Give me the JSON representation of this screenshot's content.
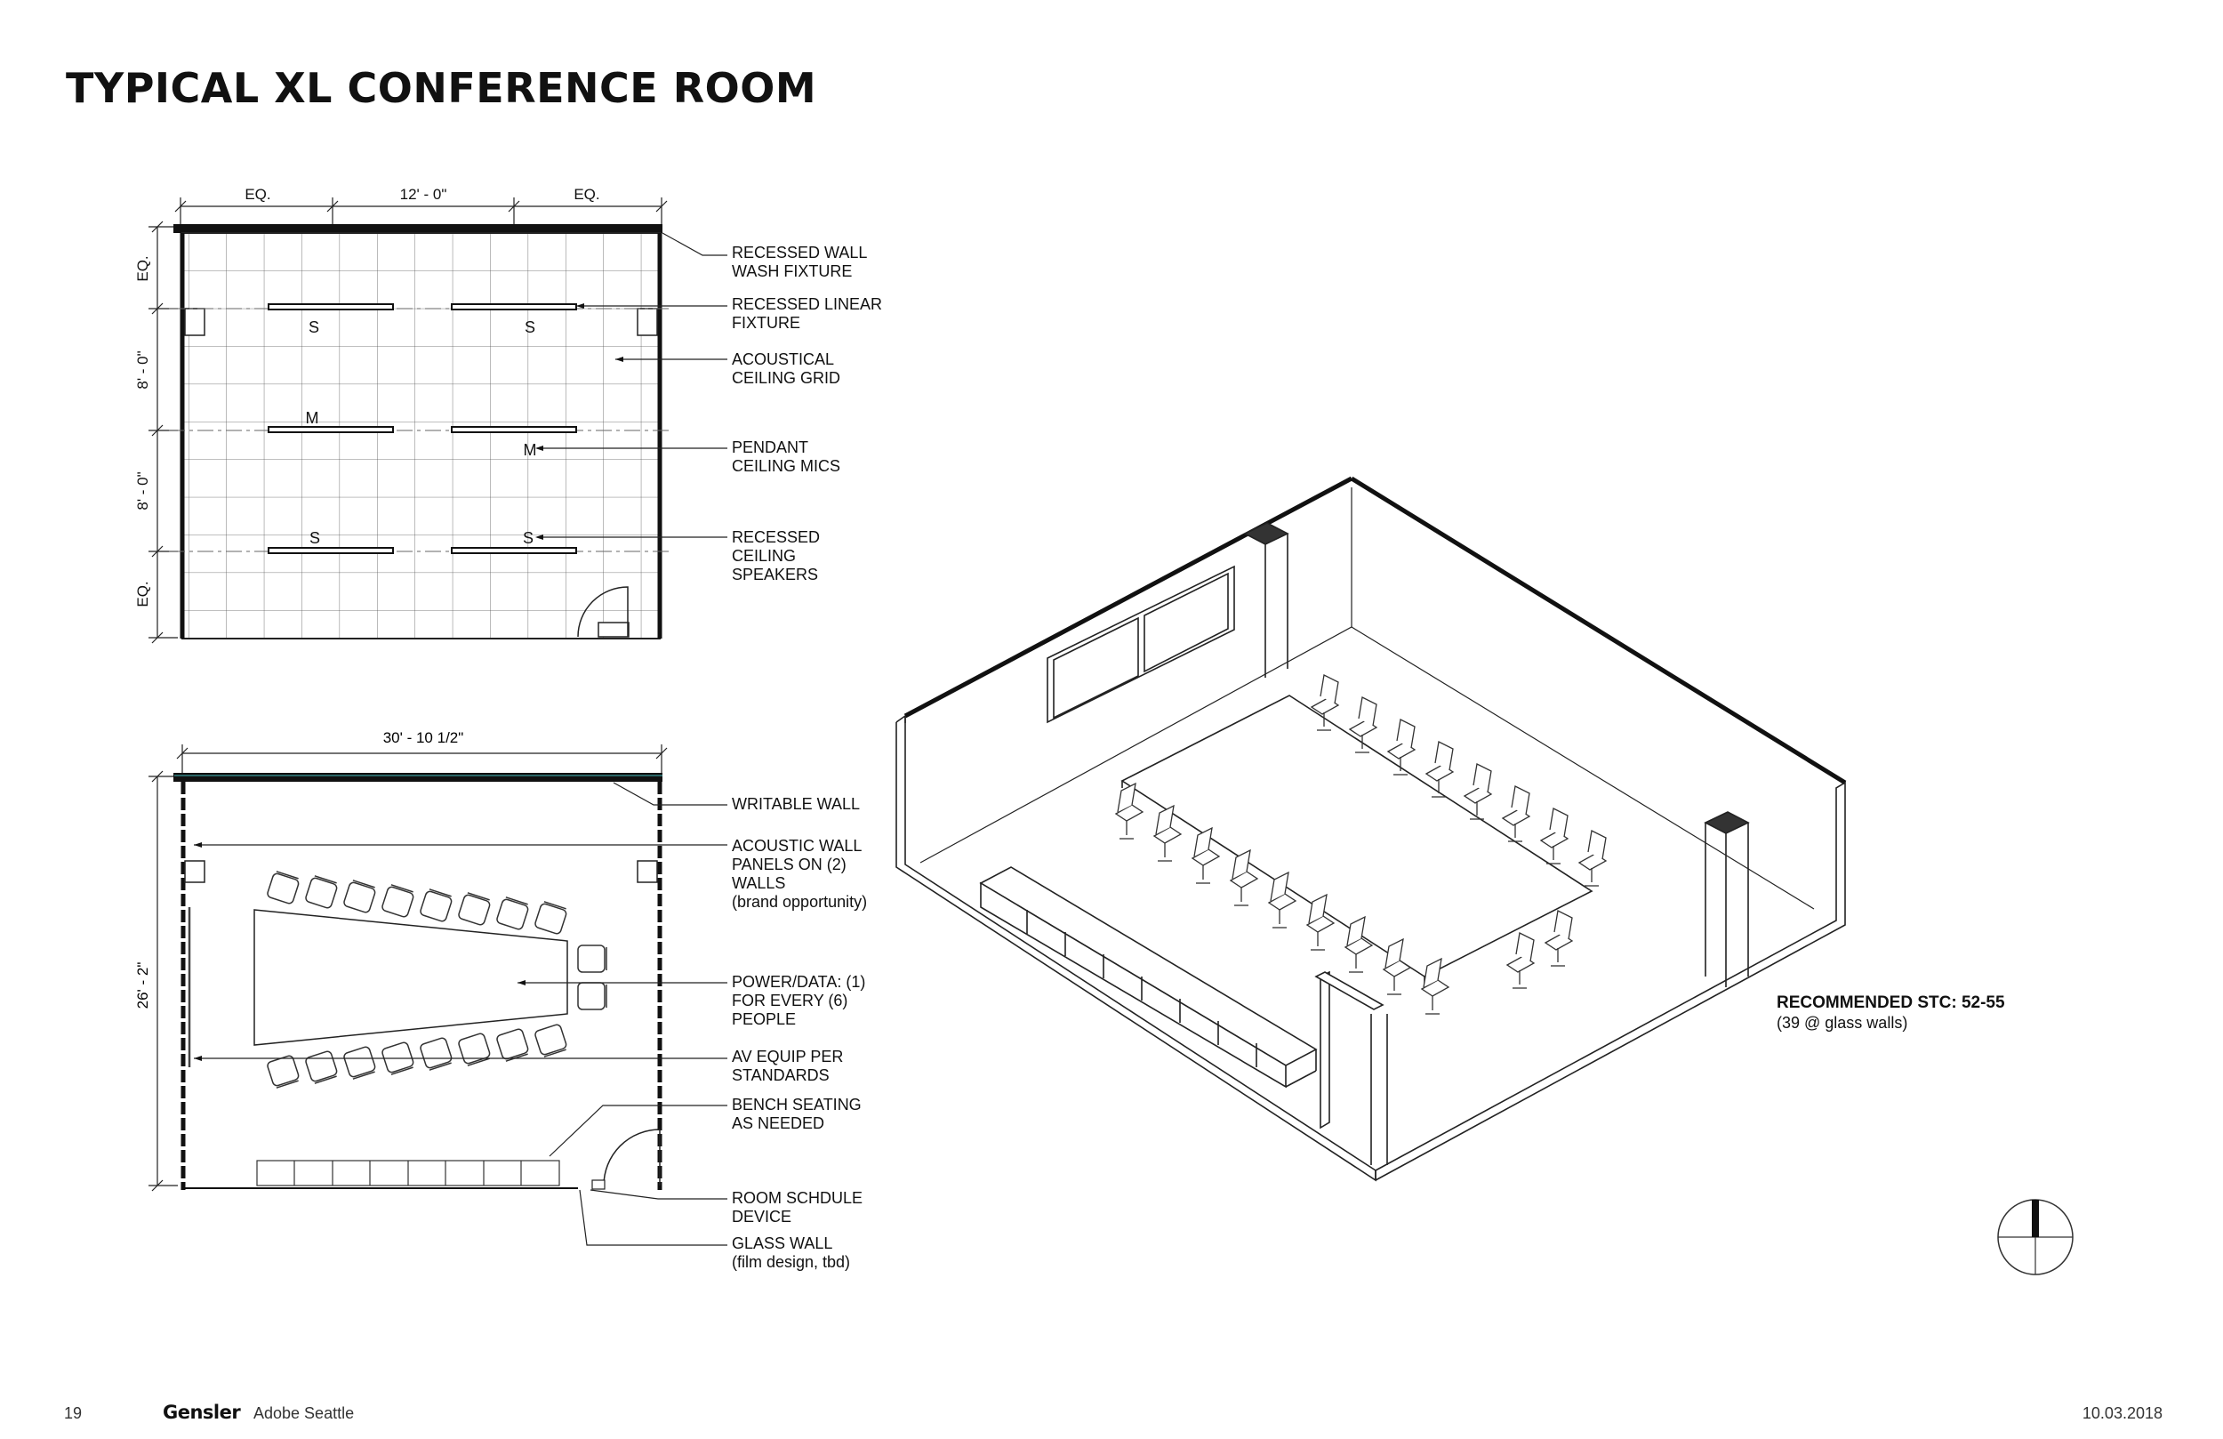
{
  "title": "TYPICAL XL CONFERENCE ROOM",
  "ceiling_plan": {
    "dim_top": [
      "EQ.",
      "12' - 0\"",
      "EQ."
    ],
    "dim_left": [
      "EQ.",
      "8' - 0\"",
      "8' - 0\"",
      "EQ."
    ],
    "fixture_marks": [
      "S",
      "S",
      "M",
      "M",
      "S",
      "S"
    ],
    "callouts": [
      [
        "RECESSED WALL",
        "WASH FIXTURE"
      ],
      [
        "RECESSED LINEAR",
        "FIXTURE"
      ],
      [
        "ACOUSTICAL",
        "CEILING GRID"
      ],
      [
        "PENDANT",
        "CEILING MICS"
      ],
      [
        "RECESSED",
        "CEILING",
        "SPEAKERS"
      ]
    ]
  },
  "floor_plan": {
    "dim_top": "30' - 10 1/2\"",
    "dim_left": "26' - 2\"",
    "callouts": [
      [
        "WRITABLE WALL"
      ],
      [
        "ACOUSTIC WALL",
        "PANELS ON (2)",
        "WALLS",
        "(brand opportunity)"
      ],
      [
        "POWER/DATA: (1)",
        "FOR EVERY (6)",
        "PEOPLE"
      ],
      [
        "AV EQUIP PER",
        "STANDARDS"
      ],
      [
        "BENCH SEATING",
        "AS NEEDED"
      ],
      [
        "ROOM SCHDULE",
        "DEVICE"
      ],
      [
        "GLASS WALL",
        "(film design, tbd)"
      ]
    ]
  },
  "stc": {
    "heading": "RECOMMENDED STC: 52-55",
    "note": "(39 @ glass walls)"
  },
  "footer": {
    "page_number": "19",
    "brand": "Gensler",
    "project": "Adobe Seattle",
    "date": "10.03.2018"
  }
}
